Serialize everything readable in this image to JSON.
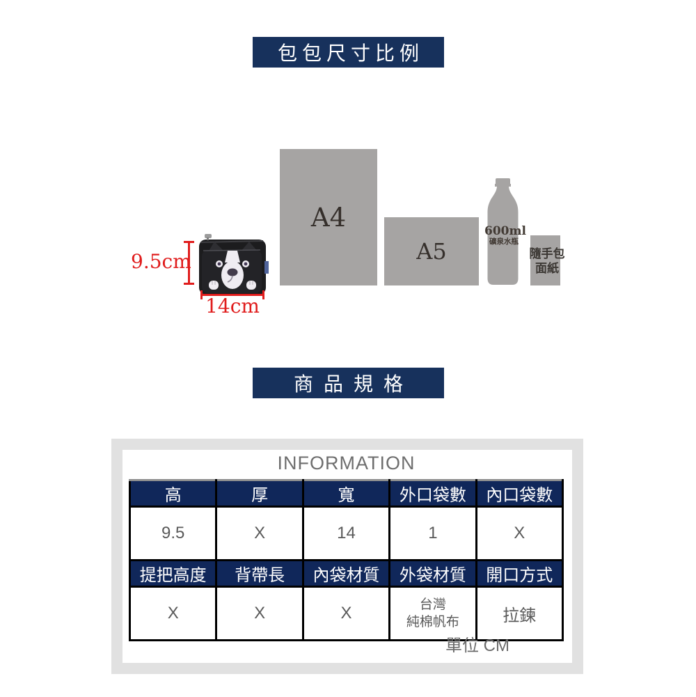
{
  "colors": {
    "badge_navy": "#17315c",
    "table_header_navy": "#10275a",
    "dimension_red": "#e01c1c",
    "object_gray": "#a6a4a3",
    "frame_gray": "#e1e1e1",
    "value_text_gray": "#5a5a5a"
  },
  "section1": {
    "title": "包包尺寸比例"
  },
  "comparison": {
    "bag": {
      "height_label": "9.5cm",
      "width_label": "14cm"
    },
    "a4": {
      "label": "A4"
    },
    "a5": {
      "label": "A5"
    },
    "bottle": {
      "label_line1": "600ml",
      "label_line2": "礦泉水瓶"
    },
    "tissue": {
      "label_line1": "隨手包",
      "label_line2": "面紙"
    }
  },
  "section2": {
    "title": "商品規格"
  },
  "spec_table": {
    "title": "INFORMATION",
    "unit_note": "單位 CM",
    "rows": [
      {
        "headers": [
          "高",
          "厚",
          "寬",
          "外口袋數",
          "內口袋數"
        ],
        "values": [
          "9.5",
          "X",
          "14",
          "1",
          "X"
        ]
      },
      {
        "headers": [
          "提把高度",
          "背帶長",
          "內袋材質",
          "外袋材質",
          "開口方式"
        ],
        "values": [
          "X",
          "X",
          "X",
          [
            "台灣",
            "純棉帆布"
          ],
          "拉鍊"
        ]
      }
    ]
  }
}
